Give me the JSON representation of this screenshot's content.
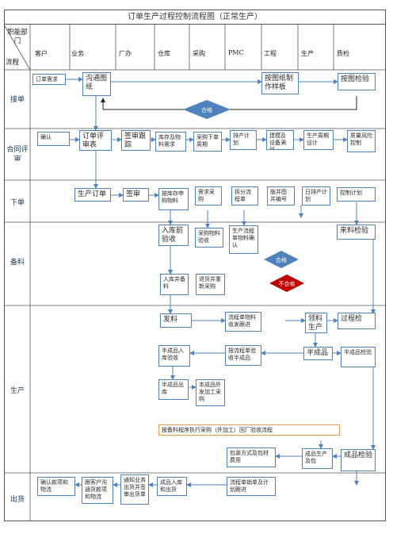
{
  "title": "订单生产过程控制流程图（正常生产）",
  "corner": {
    "top": "职能部门",
    "bottom": "流程"
  },
  "columns": [
    "客户",
    "业务",
    "厂办",
    "仓库",
    "采购",
    "PMC",
    "工程",
    "生产",
    "质检"
  ],
  "rows": [
    "接单",
    "合同评审",
    "下单",
    "备料",
    "生产",
    "出货"
  ],
  "boxes": {
    "order_demand": "订单需求",
    "communicate_drawings": "沟通图纸",
    "sample_by_drawing": "按图纸制作样板",
    "inspect_by_drawing": "按图检验",
    "confirm": "确认",
    "order_review": "订单评审表",
    "sign_approve_track": "签审跟踪",
    "inventory_material_demand": "库存及物料需求",
    "purchase_delivery": "采购下单周期",
    "schedule_plan": "排产计划",
    "tooling_fit": "建模及设备满足",
    "production_cycle_design": "生产周期设计",
    "quality_risk_control": "质量风险控制",
    "production_order": "生产订单",
    "sign_review": "签审",
    "stock_application": "按库存申购物料",
    "demand_purchase": "需求采购",
    "split_flow_sheet": "拆分流程单",
    "drawing_number": "版并图并编号",
    "daily_plan": "日排产计划",
    "control_plan": "控制计划",
    "pre_inbound_inspect": "入库前验收",
    "purchase_material_inspect": "采购物料验收",
    "flow_sheet_confirm": "生产流程单物料确认",
    "incoming_inspect": "来料检验",
    "inbound_prep": "入库并备料",
    "return_repurchase": "退货并重新采购",
    "issue_material": "发料",
    "flow_sheet_material_tracking": "流程单物料收发跟进",
    "receive_produce": "领料生产",
    "process_inspect": "过程检",
    "semi_inbound_inspect": "半成品入库验收",
    "flow_sheet_semi_inspect": "按流程单验收半成品",
    "semi_finished": "半成品",
    "semi_inspect": "半成品检验",
    "semi_outbound": "半成品出库",
    "outsourcing_purchase": "本成品外发加工采购",
    "outsourcing_note": "按备料程序执行采购（外加工）回厂验收流程",
    "packaging_cost": "包装方式及包材费用",
    "finished_pack": "成品生产及包",
    "finished_inspect": "成品检验",
    "confirm_payment_logistics": "确认款项和物流",
    "follow_customer_payment": "跟客户沟通货款项和物流",
    "notify_shipping": "通知业务出货并签审出货单",
    "finished_inbound_outbound": "成品入库和出货",
    "flow_close_plan": "流程单销单及计划跟进"
  },
  "decisions": {
    "pass1": "合格",
    "pass2": "合格",
    "fail": "不合格"
  },
  "colors": {
    "box_border": "#4f81bd",
    "pass": "#4f81bd",
    "fail": "#c00000",
    "note_border": "#e59a4c"
  }
}
